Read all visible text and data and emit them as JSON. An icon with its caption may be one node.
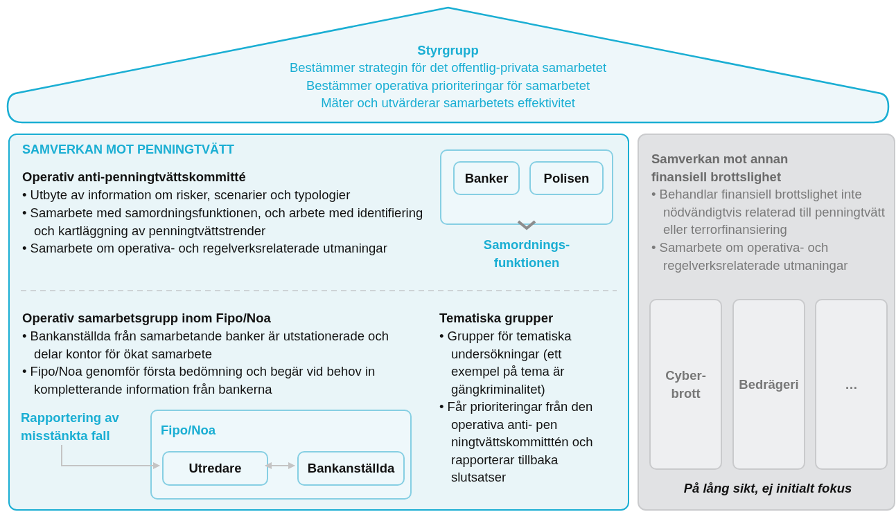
{
  "diagram": {
    "nodes": [
      {
        "text": [
          "Styrgrupp",
          "Bestämmer strategin för det offentlig-privata samarbetet",
          "Bestämmer operativa prioriteringar för samarbetet",
          "Mäter och utvärderar samarbetets effektivitet"
        ]
      },
      {
        "text": [
          "SAMVERKAN MOT PENNINGTVÄTT",
          "Operativ anti-penningtvättskommitté",
          "• Utbyte av information om risker, scenarier och typologier",
          "• Samarbete med samordningsfunktionen, och arbete med identifiering och kartläggning av penningtvättstrender",
          "• Samarbete om operativa- och regelverksrelaterade utmaningar",
          "Operativ samarbetsgrupp inom Fipo/Noa",
          "• Bankanställda från samarbetande banker är utstationerade och delar kontor för ökat samarbete",
          "• Fipo/Noa genomför första bedömning och begär vid behov in kompletterande information från bankerna",
          "Tematiska grupper",
          "• Grupper för tematiska undersökningar (ett exempel på tema är gängkriminalitet)",
          "• Får prioriteringar från den operativa anti- pen ningtvättskommitttén och rapporterar tillbaka slutsatser"
        ]
      },
      {
        "text": [],
        "shape": "box",
        "in": 1,
        "beside": [
          "Samordnings- funktionen"
        ]
      },
      {
        "text": [
          "Banker"
        ],
        "in": 2
      },
      {
        "text": [
          "Polisen"
        ],
        "in": 2
      },
      {
        "text": [
          "Rapportering av misstänkta fall"
        ],
        "in": 1
      },
      {
        "text": [
          "Fipo/Noa"
        ],
        "in": 1
      },
      {
        "text": [
          "Utredare"
        ],
        "in": 6
      },
      {
        "text": [
          "Bankanställda"
        ],
        "in": 6
      },
      {
        "text": [
          "Samverkan mot annan finansiell brottslighet",
          "• Behandlar finansiell brottslighet inte nödvändigtvis relaterad till penningtvätt eller terrorfinansiering",
          "• Samarbete om operativa- och regelverksrelaterade utmaningar",
          "På lång sikt, ej initialt fokus"
        ]
      },
      {
        "text": [
          "Cyber- brott"
        ],
        "in": 9
      },
      {
        "text": [
          "Bedrägeri"
        ],
        "in": 9
      },
      {
        "text": [
          "…"
        ],
        "in": 9
      }
    ],
    "edges": [
      {
        "from": 5,
        "to": 7,
        "arrow": "to"
      },
      {
        "from": 7,
        "to": 8,
        "arrow": "both"
      }
    ]
  }
}
